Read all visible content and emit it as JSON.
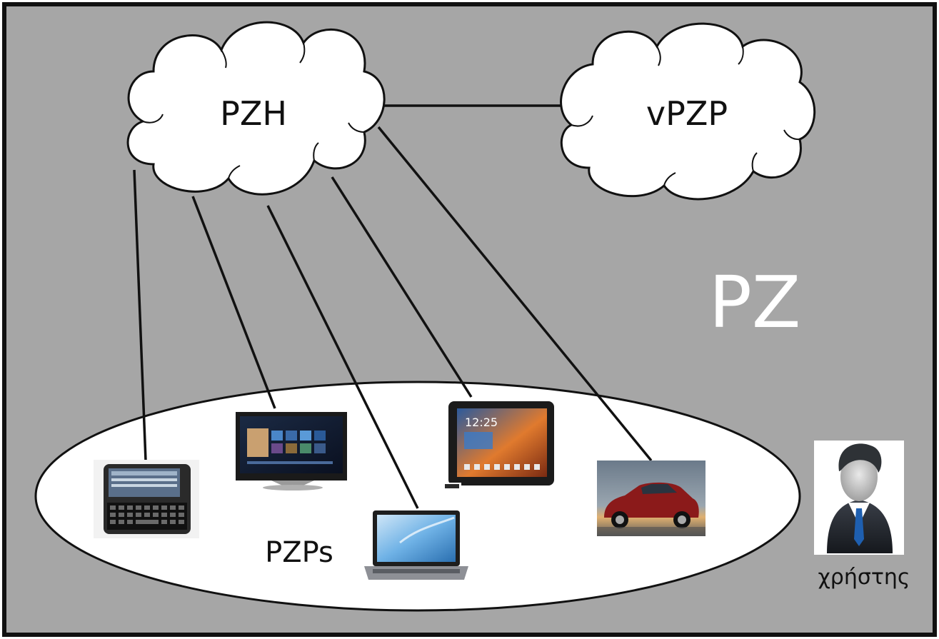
{
  "diagram": {
    "zone_label": "PZ",
    "hub_label": "PZH",
    "virtual_peer_label": "vPZP",
    "peers_label": "PZPs",
    "user_label": "χρήστης",
    "colors": {
      "background": "#a6a6a6",
      "frame": "#111111",
      "cloud_fill": "#ffffff",
      "zone_label": "#ffffff",
      "text": "#111111"
    },
    "devices": [
      {
        "name": "smartphone-icon",
        "kind": "smartphone"
      },
      {
        "name": "tv-icon",
        "kind": "tv"
      },
      {
        "name": "laptop-icon",
        "kind": "laptop"
      },
      {
        "name": "tablet-icon",
        "kind": "tablet"
      },
      {
        "name": "car-icon",
        "kind": "car"
      }
    ],
    "user_icon": "businessman-icon"
  }
}
